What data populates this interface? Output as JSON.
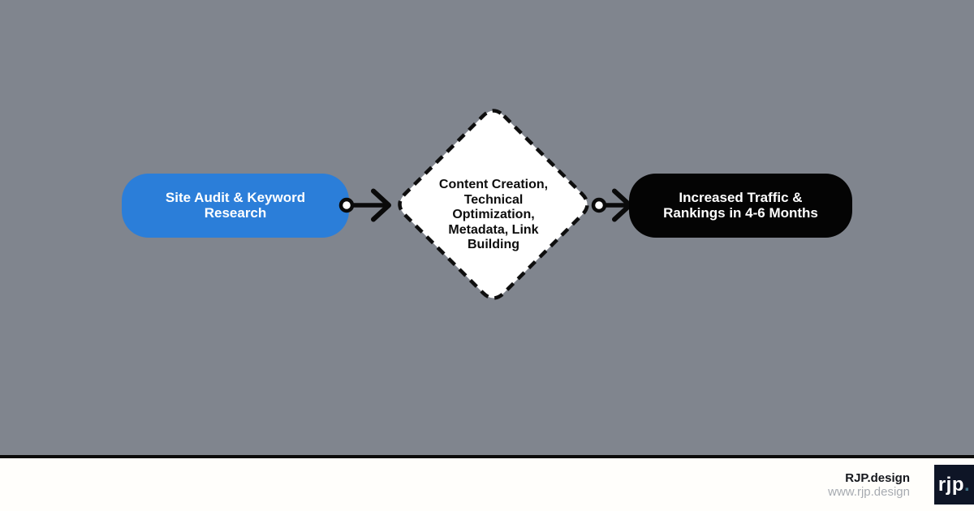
{
  "flow": {
    "nodes": [
      {
        "id": "start",
        "type": "rounded-rect",
        "label": "Site Audit & Keyword\nResearch"
      },
      {
        "id": "process",
        "type": "diamond",
        "label": "Content Creation,\nTechnical\nOptimization,\nMetadata, Link\nBuilding"
      },
      {
        "id": "end",
        "type": "rounded-rect",
        "label": "Increased Traffic &\nRankings in 4-6 Months"
      }
    ],
    "connectors": [
      {
        "from": "start",
        "to": "process",
        "style": "circle-tail-open-arrow"
      },
      {
        "from": "process",
        "to": "end",
        "style": "circle-tail-open-arrow"
      }
    ]
  },
  "footer": {
    "brand": "RJP.design",
    "url": "www.rjp.design",
    "logo_text": "rjp",
    "logo_dot": "."
  },
  "colors": {
    "background": "#80858e",
    "start_node": "#2b7ed9",
    "end_node": "#040404",
    "diamond_fill": "#ffffff",
    "diamond_border": "#0e0e0e",
    "connector": "#0a0a0a",
    "footer_bg": "#fffefb",
    "logo_bg": "#0e1526",
    "logo_dot": "#3f7085"
  }
}
